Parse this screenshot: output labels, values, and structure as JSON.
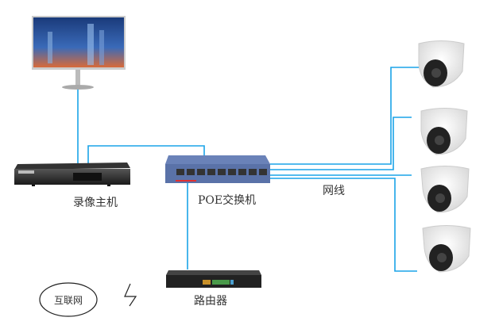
{
  "labels": {
    "nvr": "录像主机",
    "switch": "POE交换机",
    "cable": "网线",
    "router": "路由器",
    "internet": "互联网"
  },
  "colors": {
    "cable": "#1aa3e8",
    "switch": "#5a72a8",
    "device_dark": "#2a2a2a"
  }
}
